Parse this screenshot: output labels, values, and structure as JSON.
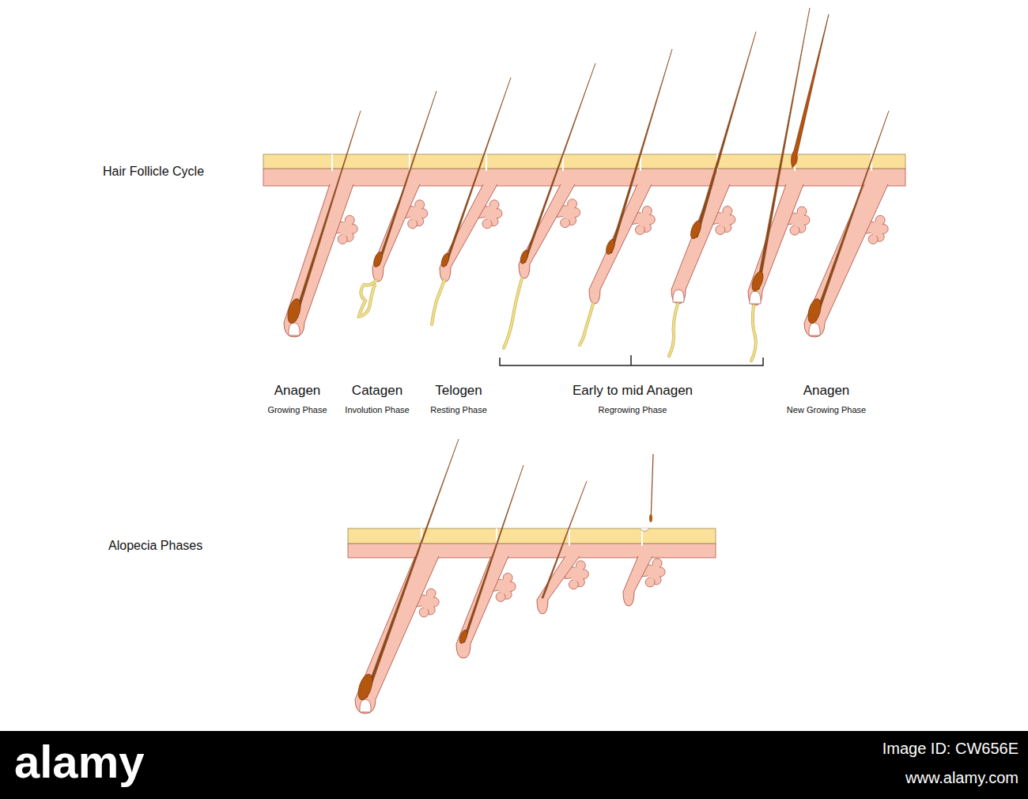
{
  "diagram": {
    "labels": [
      "Hair Follicle Cycle",
      "Anagen",
      "Growing Phase",
      "Catagen",
      "Involution Phase",
      "Telogen",
      "Resting Phase",
      "Early to mid Anagen",
      "Regrowing Phase",
      "Anagen",
      "New Growing Phase",
      "Alopecia Phases",
      "alamy",
      "Image ID: CW656E",
      "www.alamy.com"
    ]
  }
}
